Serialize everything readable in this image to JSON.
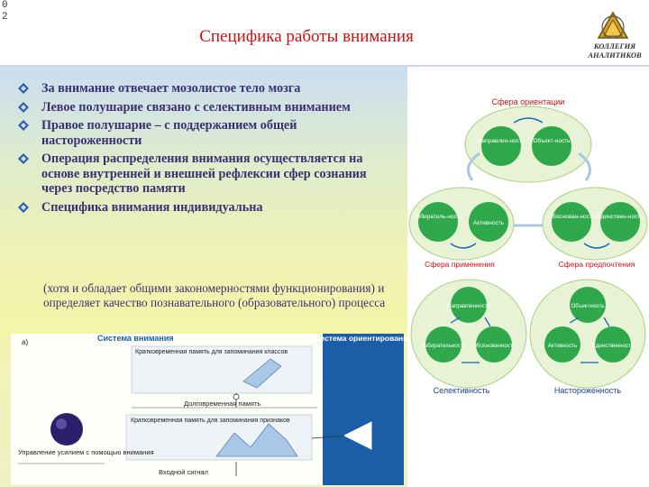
{
  "slide_number": "0\n2",
  "title": "Специфика работы внимания",
  "logo": {
    "line1": "КОЛЛЕГИЯ",
    "line2": "АНАЛИТИКОВ"
  },
  "bullets": [
    "За внимание отвечает мозолистое тело мозга",
    "Левое полушарие связано с селективным вниманием",
    "Правое полушарие – с поддержанием общей настороженности",
    "Операция распределения внимания осуществляется на основе внутренней и внешней рефлексии сфер сознания через посредство памяти",
    "Специфика внимания индивидуальна"
  ],
  "sub_text": "(хотя и обладает общими закономерностями функционирования) и определяет качество познавательного (образовательного) процесса",
  "left_diagram": {
    "panel_letter": "а)",
    "attention_system": "Система внимания",
    "orientation_system": "Система ориентирования",
    "short_term_class": "Кратковременная память для запоминания классов",
    "long_term": "Долговременная память",
    "short_term_features": "Кратковременная память для запоминания признаков",
    "attention_control": "Управление усилием с помощью внимания",
    "input_signal": "Входной сигнал"
  },
  "right_diagram": {
    "orientation_sphere": "Сфера ориентации",
    "application_sphere": "Сфера применения",
    "preference_sphere": "Сфера предпочтения",
    "selectivity": "Селективность",
    "alertness": "Настороженность",
    "nodes": {
      "directedness": "Направлен-ность",
      "volume": "Объект-ность",
      "selectivity_node": "Избиратель-ность",
      "activity": "Активность",
      "validity": "Обоснован-ность",
      "uniqueness": "Единствен-ность",
      "directedness2": "Направленность",
      "volume2": "Объектность",
      "selectivity2": "Избирательность",
      "validity2": "Обоснованность",
      "activity2": "Активность",
      "uniqueness2": "Единственность"
    }
  },
  "colors": {
    "title": "#cc1010",
    "bullet_text": "#3b2f74",
    "node_green": "#2ea84a",
    "diagram_blue": "#1565c0"
  }
}
